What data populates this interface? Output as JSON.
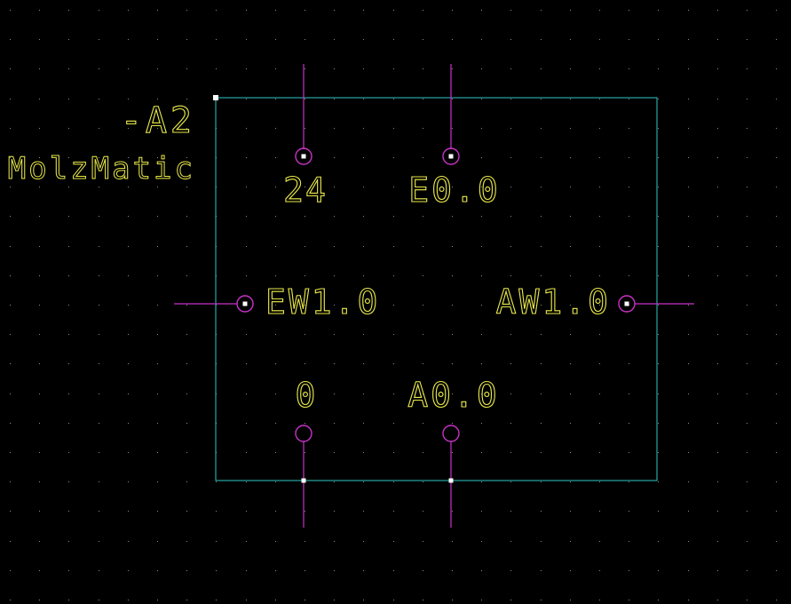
{
  "colors": {
    "background": "#000000",
    "grid_dot": "#8c8c8c",
    "frame": "#2fc9c9",
    "wire": "#c832c8",
    "text": "#e8e84a",
    "marker": "#ffffff"
  },
  "component": {
    "designator": "-A2",
    "name": "MolzMatic"
  },
  "pins": {
    "top_left_label": "24",
    "top_right_label": "E0.0",
    "left_label": "EW1.0",
    "right_label": "AW1.0",
    "bottom_left_label": "0",
    "bottom_right_label": "A0.0"
  }
}
